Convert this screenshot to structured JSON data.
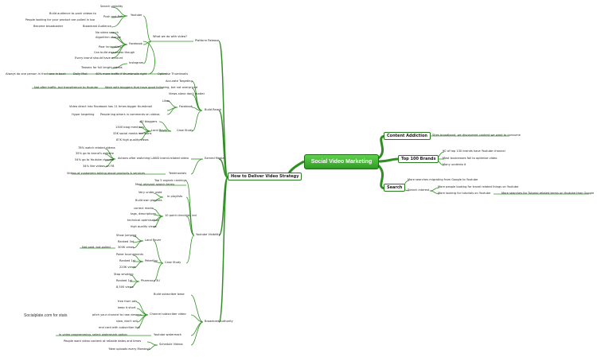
{
  "central": "Social Video Marketing",
  "branches": {
    "content_addiction": "Content Addiction",
    "top100": "Top 100 Brands",
    "search": "Search",
    "how": "How to Deliver Video Strategy"
  },
  "topics": {
    "platform_release": "Platform Release",
    "what_we_do": "What we do with video?",
    "youtube": "Youtube",
    "facebook": "Facebook",
    "instagram": "Instagram",
    "build_reach": "Build Reach",
    "fb_reach": "Facebook",
    "case_study": "Case Study",
    "earned_media": "Earned Media",
    "testimonials": "Testimonials",
    "youtube_visibility": "Youtube Visibility",
    "in_playlists": "In playlists",
    "seo_checklist": "10 point checklist, incl",
    "land_rover": "Land Rover",
    "case_study2": "Case Study",
    "peterkay": "PeterKay",
    "pharmacy": "Pharmacy 3U",
    "broadcast_authority": "Broadcast Authority",
    "channel_video": "Channel subscriber video",
    "youtube_watermark": "Youtube watermark",
    "schedule_videos": "Schedule Videos"
  },
  "items": {
    "search_visibility": "Search visibility",
    "push_pull": "Push and Pull",
    "build_audience": "Build audience to push videos to",
    "people_looking": "People looking for your product are pulled in too",
    "become_broadcaster": "Become broadcaster",
    "broadcast_audience": "Broadcast Audience",
    "no_video_search": "No video search",
    "algorithm_change": "Algorithm change",
    "poor_innovation": "Poor innovation",
    "can_build_awareness": "Can build awareness though",
    "every_brand": "Every brand should have account",
    "teasers": "Teasers for full length videos",
    "always_on": "Always do one person in front one in back",
    "daily_mail": "Daily Mail",
    "traffic_thumbnails": "40% more traffic if thumbnails right",
    "optimise_thumbnails": "Optimise Thumbnails",
    "accurate_targeting": "Accurate Targeting",
    "not_after_traffic": "Not after traffic, but transference to Youtube",
    "work_with_bloggers": "Work with bloggers that have good following, but not overpriced",
    "views_alone": "Views alone don't matter",
    "likes": "Likes",
    "video_direct": "Video direct into Facebook has 11 times bigger thumbnail",
    "hyper_targeting": "Hyper targeting",
    "people_tag": "People tag others in comments on videos",
    "bloggers_60": "60 bloggers",
    "land_rover_cs": "Land Rover",
    "mentions_1500": "1300 blog mentions",
    "social_media": "33K social media mentions",
    "views_87": "87K high quality views",
    "watch_related": "78% watch related videos",
    "brands_website": "35% go to brand's website",
    "go_youtube": "54% go to Youtube channel",
    "like_videos": "34% like videos on FB",
    "after_watching": "Actions after watching LAKID brand-related video",
    "videos_customers": "Videos of customers talking about products & services",
    "top5_organic": "Top 5 organic rankings",
    "most_relevant": "Most relevant search terms",
    "very_under_used": "Very under used",
    "build_own": "Build own playlists",
    "correct_media": "correct media",
    "tags_descriptions": "tags, descriptions",
    "technical_optimisation": "technical optimisation",
    "high_quality_views": "high quality views",
    "show_jumping": "Show jumping",
    "ranked_3rd": "Ranked 3rd",
    "views_300k": "300K views",
    "not_paid": "Not paid, but pulled",
    "poker_tournaments": "Poker tournaments",
    "ranked_1": "Ranked 1st",
    "views_220k": "220K views",
    "stop_smoking": "Stop smoking",
    "ranked_1st_b": "Ranked 1st",
    "views_8500": "8,500 views",
    "build_subscriber": "Build subscriber base",
    "free_from_ads": "free from ads",
    "keep_short": "keep it short",
    "pitch_channel": "pitch your channel to new viewers",
    "slow_dont_sell": "slow, don't sell",
    "end_card": "end card with subscriber link",
    "in_video_programming": "in video programming, select watermark option",
    "people_want": "People want video content at reliable dates and times",
    "new_uploads": "'New uploads every Monday!'",
    "sites_broadband": "Sites broadband, we discovered content we want to consume",
    "top_130": "90 of top 130 brands have Youtube channel",
    "most_businesses": "Most businesses fail to optimise video",
    "many_underdo": "Many underdo it",
    "many_searches": "More searches migrating from Google to Youtube",
    "search_interest": "Search interest",
    "more_people_travel": "More people looking for travel related things on Youtube",
    "more_tutorials": "More looking for tutorials on Youtube",
    "more_searches_tutorial": "More searches for Tutorial related terms on Youtube than Google"
  },
  "footer": "Socialplate.com for stats",
  "colors": {
    "line": "#2f8f22",
    "center": "#3fb02f"
  }
}
